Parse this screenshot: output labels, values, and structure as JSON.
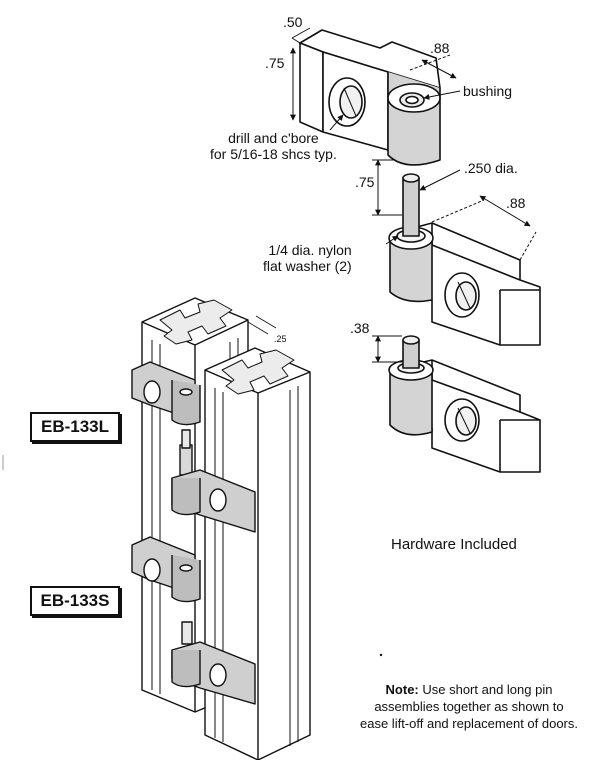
{
  "parts": {
    "left": "EB-133L",
    "short": "EB-133S"
  },
  "dimensions": {
    "top_width": ".50",
    "top_height": ".75",
    "top_length": ".88",
    "mid_height": ".75",
    "mid_length": ".88",
    "pin_dia": ".250 dia.",
    "bottom_pin": ".38",
    "profile_offset": ".25"
  },
  "callouts": {
    "bushing": "bushing",
    "drill_line1": "drill and c'bore",
    "drill_line2": "for 5/16-18 shcs typ.",
    "washer_line1": "1/4 dia. nylon",
    "washer_line2": "flat washer (2)"
  },
  "hardware_label": "Hardware Included",
  "note": {
    "label": "Note:",
    "text": " Use short and long pin assemblies together as shown to ease lift-off and replacement of doors."
  },
  "colors": {
    "line": "#111111",
    "shade": "#cfcfcf",
    "shade_dark": "#b5b5b5",
    "background": "#ffffff"
  }
}
